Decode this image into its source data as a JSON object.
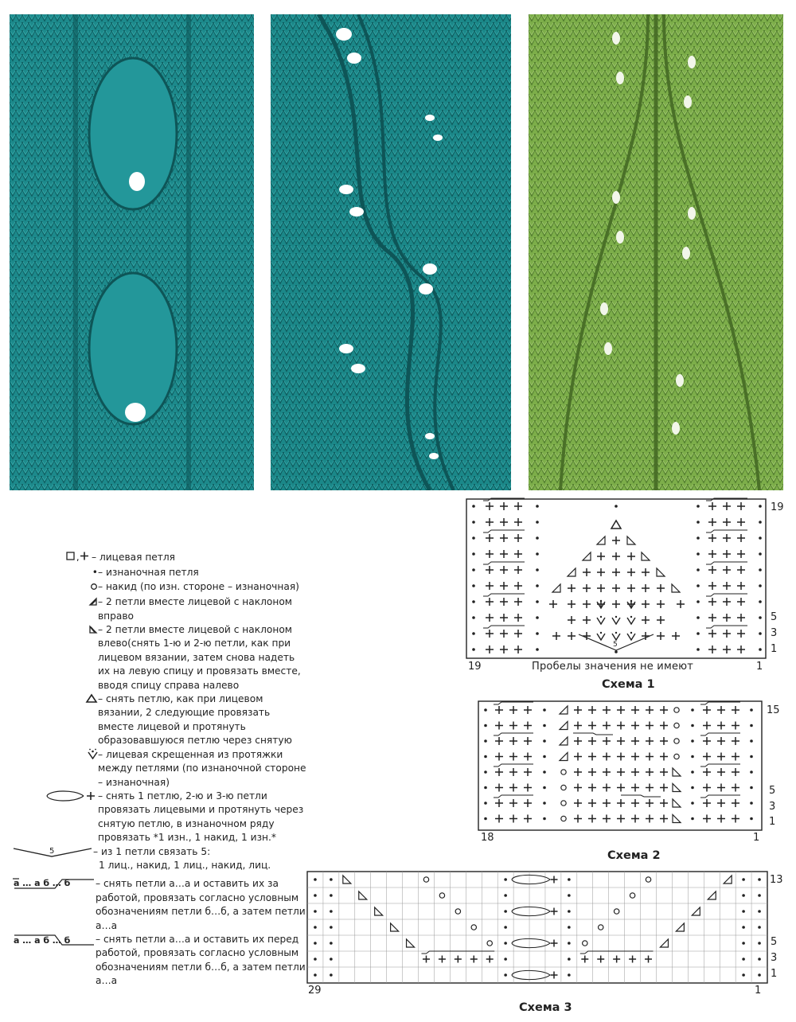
{
  "photos": [
    {
      "name": "teal leaf pattern sample",
      "color": "#1f8f91"
    },
    {
      "name": "teal diagonal leaf pattern sample",
      "color": "#1f8f91"
    },
    {
      "name": "green vertical lace pattern sample",
      "color": "#7bab48"
    }
  ],
  "legend": [
    {
      "symbol": "□,+",
      "text": "– лицевая петля"
    },
    {
      "symbol": "•",
      "text": "– изнаночная петля"
    },
    {
      "symbol": "○",
      "text": "– накид (по изн. стороне – изнаночная)"
    },
    {
      "symbol": "◢",
      "text": "– 2 петли вместе лицевой с наклоном вправо"
    },
    {
      "symbol": "◣",
      "text": "– 2 петли вместе лицевой с наклоном влево(снять 1-ю и 2-ю петли, как при лицевом вязании, затем снова надеть их на левую спицу и провязать вместе, вводя спицу справа налево"
    },
    {
      "symbol": "△",
      "text": "– снять петлю, как при лицевом вязании, 2 следующие провязать вместе лицевой и протянуть образовавшуюся петлю через снятую"
    },
    {
      "symbol": "Ѷ",
      "text": "– лицевая скрещенная из протяжки между петлями (по изнаночной стороне – изнаночная)"
    },
    {
      "symbol": "⊃+",
      "text": "– снять 1 петлю, 2-ю и 3-ю петли провязать лицевыми и протянуть через снятую петлю, в изнаночном ряду провязать *1 изн., 1 накид, 1 изн.*"
    },
    {
      "symbol": "5",
      "text": "– из 1 петли связать 5:",
      "text2": "1 лиц., накид, 1 лиц., накид,  лиц."
    },
    {
      "symbol": "а … а б … б",
      "text": "– снять петли а…а и оставить их за работой, провязать согласно условным обозначениям петли б…б, а затем петли а…а"
    },
    {
      "symbol": "а … а б … б",
      "text": "– снять петли а…а и оставить их перед работой, провязать согласно условным обозначениям петли б…б, а затем петли а…а"
    }
  ],
  "scheme1": {
    "title": "Схема 1",
    "note": "Пробелы значения не имеют",
    "left_num": "19",
    "right_num": "1",
    "row_labels": [
      "19",
      "5",
      "3",
      "1"
    ]
  },
  "scheme2": {
    "title": "Схема 2",
    "left_num": "18",
    "right_num": "1",
    "row_labels": [
      "15",
      "5",
      "3",
      "1"
    ]
  },
  "scheme3": {
    "title": "Схема 3",
    "left_num": "29",
    "right_num": "1",
    "row_labels": [
      "13",
      "5",
      "3",
      "1"
    ]
  },
  "marker_five": "5"
}
